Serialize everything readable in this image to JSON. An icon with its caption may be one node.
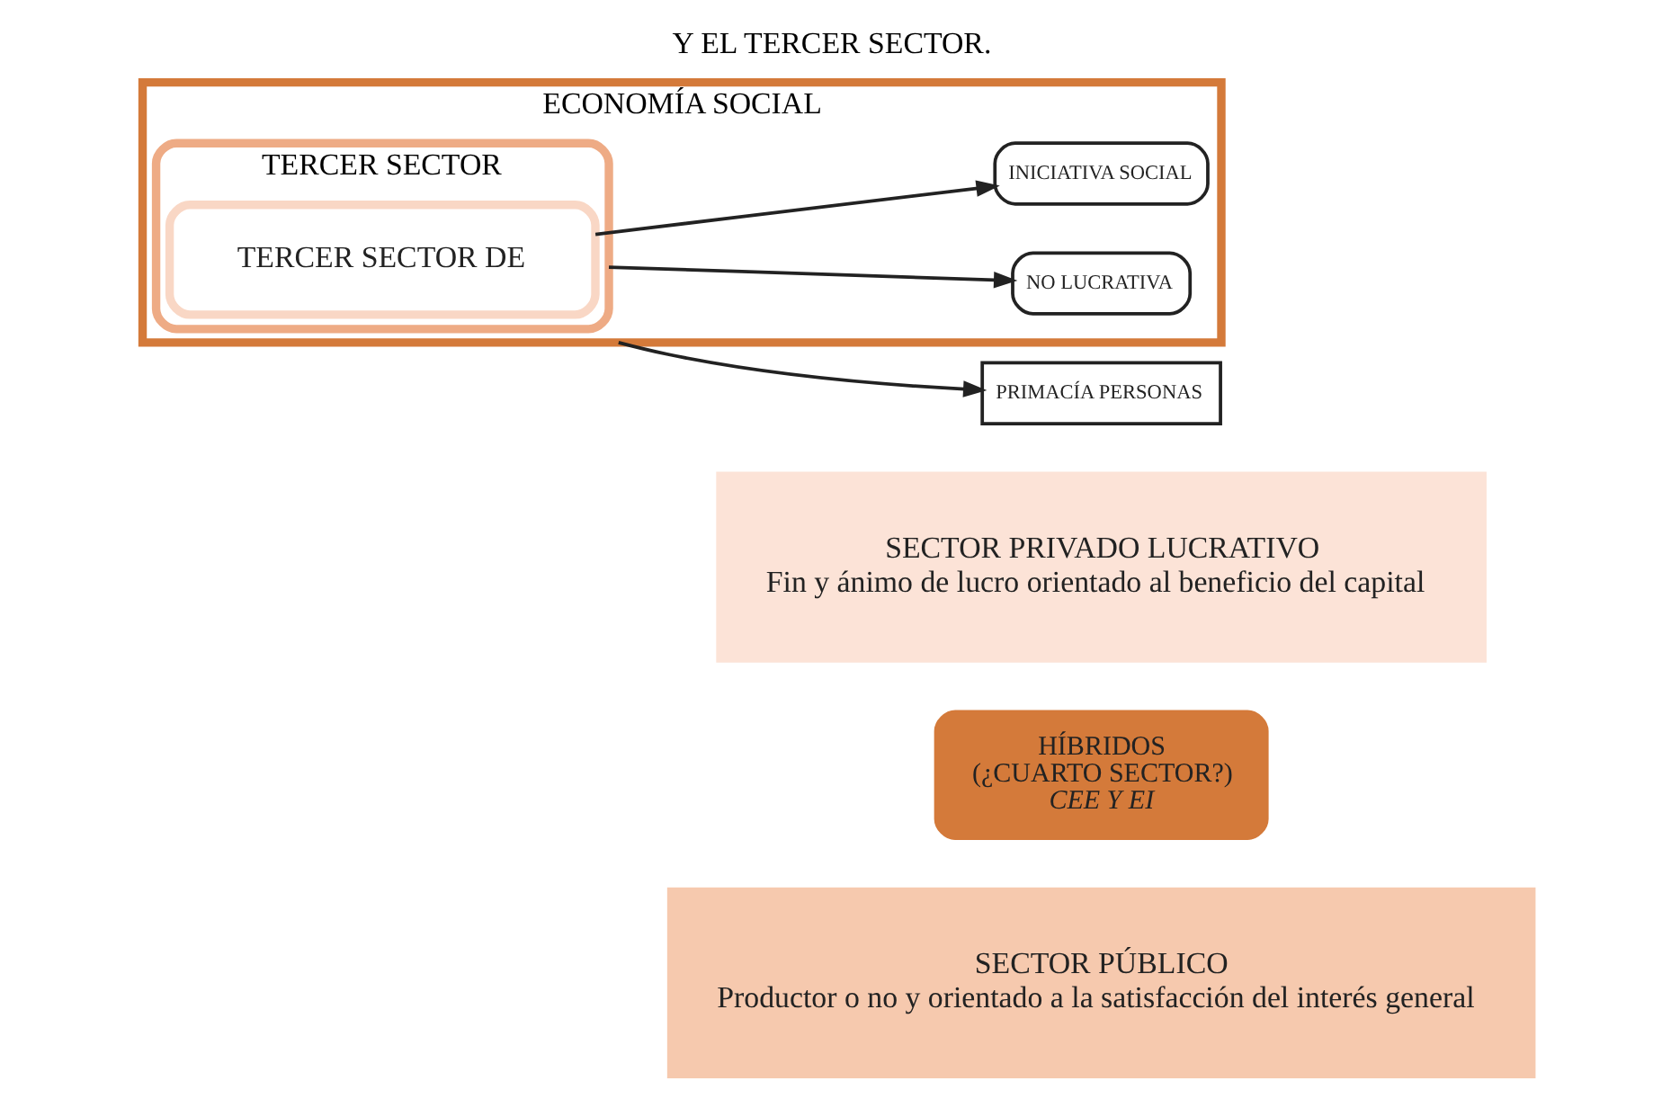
{
  "diagram": {
    "title": "Y EL TERCER SECTOR.",
    "nodes": [
      {
        "text": [
          "ECONOMÍA SOCIAL"
        ]
      },
      {
        "text": [
          "TERCER SECTOR"
        ],
        "in": 0
      },
      {
        "text": [
          "TERCER SECTOR DE"
        ],
        "in": 1
      },
      {
        "text": [
          "PRIMACÍA PERSONAS"
        ]
      },
      {
        "text": [
          "NO LUCRATIVA"
        ],
        "in": 0
      },
      {
        "text": [
          "INICIATIVA SOCIAL"
        ],
        "in": 0
      },
      {
        "text": [
          "HÍBRIDOS",
          "(¿CUARTO SECTOR?)",
          "CEE Y EI"
        ]
      },
      {
        "text": [
          "SECTOR PRIVADO LUCRATIVO",
          "Fin y ánimo de lucro orientado al beneficio del capital"
        ]
      },
      {
        "text": [
          "SECTOR PÚBLICO",
          "Productor o no y orientado a la satisfacción del interés general"
        ]
      }
    ],
    "edges": [
      {
        "from": 0,
        "to": 3,
        "arrow": "to"
      },
      {
        "from": 1,
        "to": 4,
        "arrow": "to"
      },
      {
        "from": 2,
        "to": 5,
        "arrow": "to"
      }
    ]
  }
}
